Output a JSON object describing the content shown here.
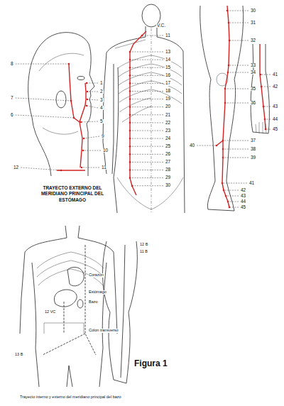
{
  "diagram": {
    "title": "TRAYECTO EXTERNO DEL MERIDIANO PRINCIPAL DEL ESTÓMAGO",
    "caption": "Trayecto interno y externo del meridiano principal del bazo",
    "labels": [
      "8",
      "1",
      "2",
      "3",
      "7",
      "4",
      "6",
      "5",
      "9",
      "10",
      "12",
      "11",
      "V.C.",
      "11",
      "13",
      "14",
      "15",
      "16",
      "17",
      "18",
      "19",
      "20",
      "21",
      "22",
      "23",
      "24",
      "25",
      "26",
      "27",
      "28",
      "29",
      "30",
      "30",
      "31",
      "32",
      "33",
      "34",
      "35",
      "36",
      "37",
      "38",
      "39",
      "40",
      "41",
      "42",
      "43",
      "44",
      "45",
      "41",
      "42",
      "43",
      "44",
      "45",
      "Corazón",
      "Estómago",
      "Bazo",
      "12 VC",
      "Colon transverso",
      "13 B",
      "12 B",
      "11 B",
      "Figura 1"
    ]
  }
}
